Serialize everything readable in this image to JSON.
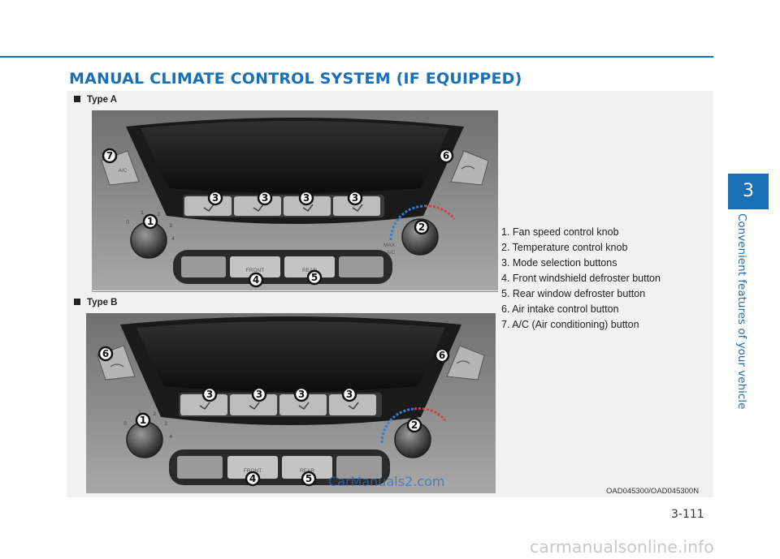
{
  "section_title": "MANUAL CLIMATE CONTROL SYSTEM (IF EQUIPPED)",
  "chapter": {
    "number": "3",
    "title": "Convenient features of your vehicle"
  },
  "figures": {
    "type_a_label": "Type A",
    "type_b_label": "Type B",
    "image_code": "OAD045300/OAD045300N",
    "callouts": {
      "fan_knob": "1",
      "temp_knob": "2",
      "mode_button": "3",
      "front_defrost": "4",
      "rear_defrost": "5",
      "air_intake": "6",
      "ac_button": "7"
    },
    "panel_text": {
      "ac": "A/C",
      "max_ac_top": "MAX",
      "max_ac_bottom": "A/C",
      "front": "FRONT",
      "rear": "REAR",
      "fan_ticks": [
        "0",
        "1",
        "2",
        "3",
        "4"
      ]
    }
  },
  "legend": [
    "1. Fan speed control knob",
    "2. Temperature control knob",
    "3. Mode selection buttons",
    "4. Front windshield defroster button",
    "5. Rear window defroster button",
    "6. Air intake control button",
    "7. A/C (Air conditioning) button"
  ],
  "page_number": "3-111",
  "watermarks": {
    "center": "CarManuals2.com",
    "footer": "carmanualsonline.info"
  },
  "colors": {
    "brand_blue": "#1a6fb5",
    "panel_bg": "#f1f1f1",
    "bezel": "#8e8e8e",
    "screen": "#1b1b1b"
  }
}
